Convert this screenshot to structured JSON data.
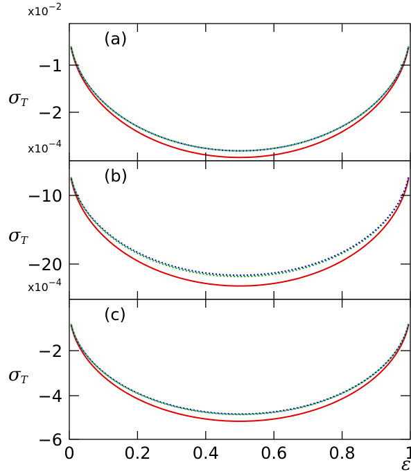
{
  "figure": {
    "ylabel_main": "σ",
    "ylabel_sub": "T",
    "xlabel": "ε"
  },
  "chart_data": [
    {
      "type": "line",
      "panel_label": "(a)",
      "exponent_label": "x10",
      "exponent_sup": "−2",
      "xlim": [
        0,
        1
      ],
      "ylim": [
        -2.88,
        -0.4
      ],
      "yticks": [
        -1,
        -2
      ],
      "ytick_labels": [
        "−1",
        "−2"
      ],
      "xticks": [
        0,
        0.2,
        0.4,
        0.6,
        0.8,
        1
      ],
      "xtick_labels": [],
      "grid": false,
      "series": [
        {
          "color": "#e00000",
          "style": "solid",
          "min": -2.82,
          "edge": -0.5
        },
        {
          "color": "#00b000",
          "style": "dotted",
          "min": -2.7,
          "edge": -0.5
        },
        {
          "color": "#1010c0",
          "style": "dotted",
          "min": -2.7,
          "edge": -0.5
        }
      ]
    },
    {
      "type": "line",
      "panel_label": "(b)",
      "exponent_label": "x10",
      "exponent_sup": "−4",
      "xlim": [
        0,
        1
      ],
      "ylim": [
        -25.2,
        -4.5
      ],
      "yticks": [
        -10,
        -20
      ],
      "ytick_labels": [
        "−10",
        "−20"
      ],
      "xticks": [
        0,
        0.2,
        0.4,
        0.6,
        0.8,
        1
      ],
      "xtick_labels": [],
      "grid": false,
      "series": [
        {
          "color": "#e00000",
          "style": "solid",
          "min": -23.2,
          "edge": -4.5
        },
        {
          "color": "#00b000",
          "style": "dotted",
          "min": -21.8,
          "edge": -4.5
        },
        {
          "color": "#1010c0",
          "style": "dotted",
          "min": -21.6,
          "edge": -4.5
        }
      ]
    },
    {
      "type": "line",
      "panel_label": "(c)",
      "exponent_label": "x10",
      "exponent_sup": "−4",
      "xlim": [
        0,
        1
      ],
      "ylim": [
        -6,
        -0.2
      ],
      "yticks": [
        -2,
        -4,
        -6
      ],
      "ytick_labels": [
        "−2",
        "−4",
        "−6"
      ],
      "xticks": [
        0,
        0.2,
        0.4,
        0.6,
        0.8,
        1
      ],
      "xtick_labels": [
        "0",
        "0.2",
        "0.4",
        "0.6",
        "0.8",
        "1"
      ],
      "grid": false,
      "series": [
        {
          "color": "#e00000",
          "style": "solid",
          "min": -5.25,
          "edge": -0.6
        },
        {
          "color": "#00b000",
          "style": "dotted",
          "min": -4.97,
          "edge": -0.6
        },
        {
          "color": "#1010c0",
          "style": "dotted",
          "min": -4.95,
          "edge": -0.6
        }
      ]
    }
  ]
}
